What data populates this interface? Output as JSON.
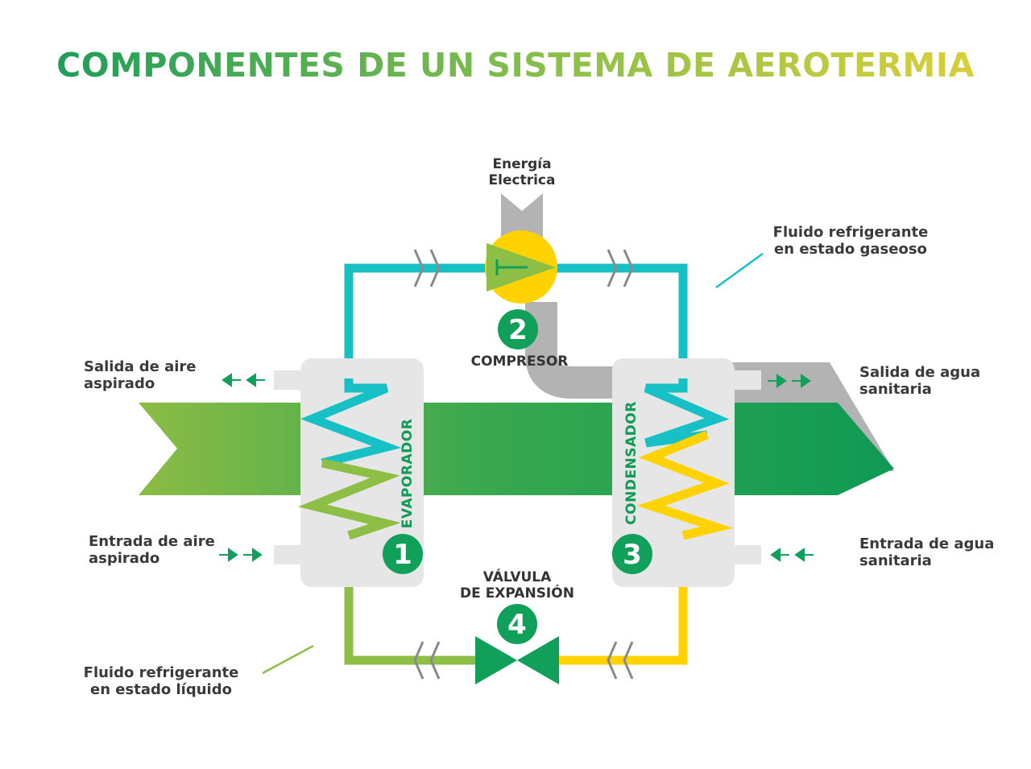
{
  "title": "COMPONENTES DE UN SISTEMA DE AEROTERMIA",
  "labels": {
    "energia_line1": "Energía",
    "energia_line2": "Electrica",
    "fluido_gas_line1": "Fluido refrigerante",
    "fluido_gas_line2": "en estado gaseoso",
    "fluido_liq_line1": "Fluido refrigerante",
    "fluido_liq_line2": "en estado líquido",
    "salida_aire_line1": "Salida de aire",
    "salida_aire_line2": "aspirado",
    "entrada_aire_line1": "Entrada de aire",
    "entrada_aire_line2": "aspirado",
    "salida_agua_line1": "Salida de agua",
    "salida_agua_line2": "sanitaria",
    "entrada_agua_line1": "Entrada de agua",
    "entrada_agua_line2": "sanitaria"
  },
  "components": {
    "evaporator": {
      "number": "1",
      "label": "EVAPORADOR"
    },
    "compressor": {
      "number": "2",
      "label": "COMPRESOR"
    },
    "condenser": {
      "number": "3",
      "label": "CONDENSADOR"
    },
    "valve": {
      "number": "4",
      "label_line1": "VÁLVULA",
      "label_line2": "DE EXPANSIÓN"
    }
  },
  "colors": {
    "green": "#10a05a",
    "light_green": "#8dbf47",
    "teal": "#17c0c4",
    "yellow": "#ffd200",
    "gray": "#b3b3b3",
    "unit_gray": "#e6e6e6"
  }
}
